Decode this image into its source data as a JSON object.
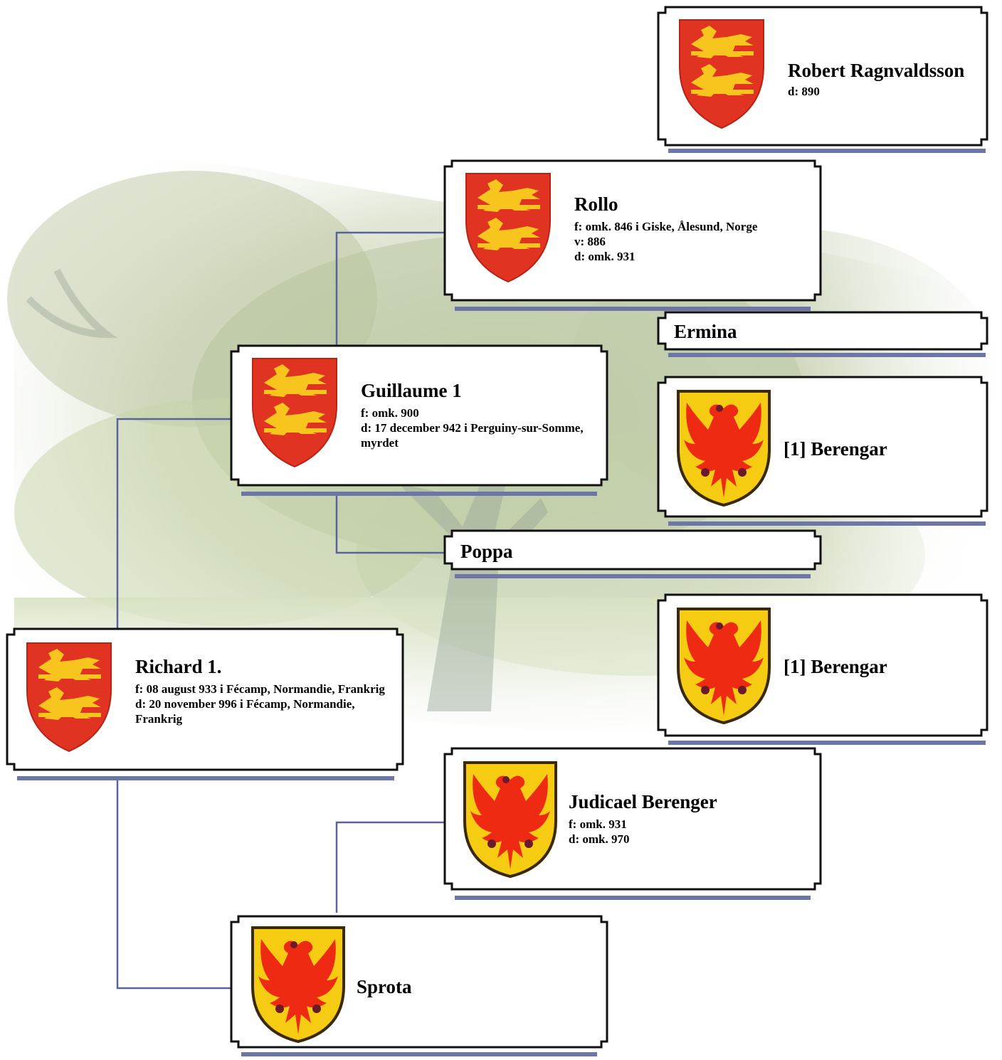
{
  "colors": {
    "connector": "#5a6399",
    "shadow": "#6e76a8",
    "frame": "#111111",
    "normandy_field": "#e03322",
    "normandy_lion": "#f7c51e",
    "eagle_field": "#f5cc12",
    "eagle_bird": "#ee2a12"
  },
  "persons": {
    "robert": {
      "name": "Robert Ragnvaldsson",
      "details": [
        "d: 890"
      ],
      "arms": "normandy-lions-icon"
    },
    "rollo": {
      "name": "Rollo",
      "details": [
        "f: omk. 846 i Giske, Ålesund, Norge",
        "v: 886",
        "d: omk. 931"
      ],
      "arms": "normandy-lions-icon"
    },
    "ermina": {
      "name": "Ermina",
      "details": []
    },
    "berengar1": {
      "name": "[1] Berengar",
      "details": [],
      "arms": "eagle-icon"
    },
    "guillaume": {
      "name": "Guillaume 1",
      "details": [
        "f: omk. 900",
        "d: 17 december 942 i Perguiny-sur-Somme, myrdet"
      ],
      "arms": "normandy-lions-icon"
    },
    "poppa": {
      "name": "Poppa",
      "details": []
    },
    "berengar2": {
      "name": "[1] Berengar",
      "details": [],
      "arms": "eagle-icon"
    },
    "richard": {
      "name": "Richard 1.",
      "details": [
        "f: 08 august 933 i Fécamp, Normandie, Frankrig",
        "d: 20 november 996 i Fécamp, Normandie, Frankrig"
      ],
      "arms": "normandy-lions-icon"
    },
    "judicael": {
      "name": "Judicael Berenger",
      "details": [
        "f: omk. 931",
        "d: omk. 970"
      ],
      "arms": "eagle-icon"
    },
    "sprota": {
      "name": "Sprota",
      "details": [],
      "arms": "eagle-icon"
    }
  }
}
